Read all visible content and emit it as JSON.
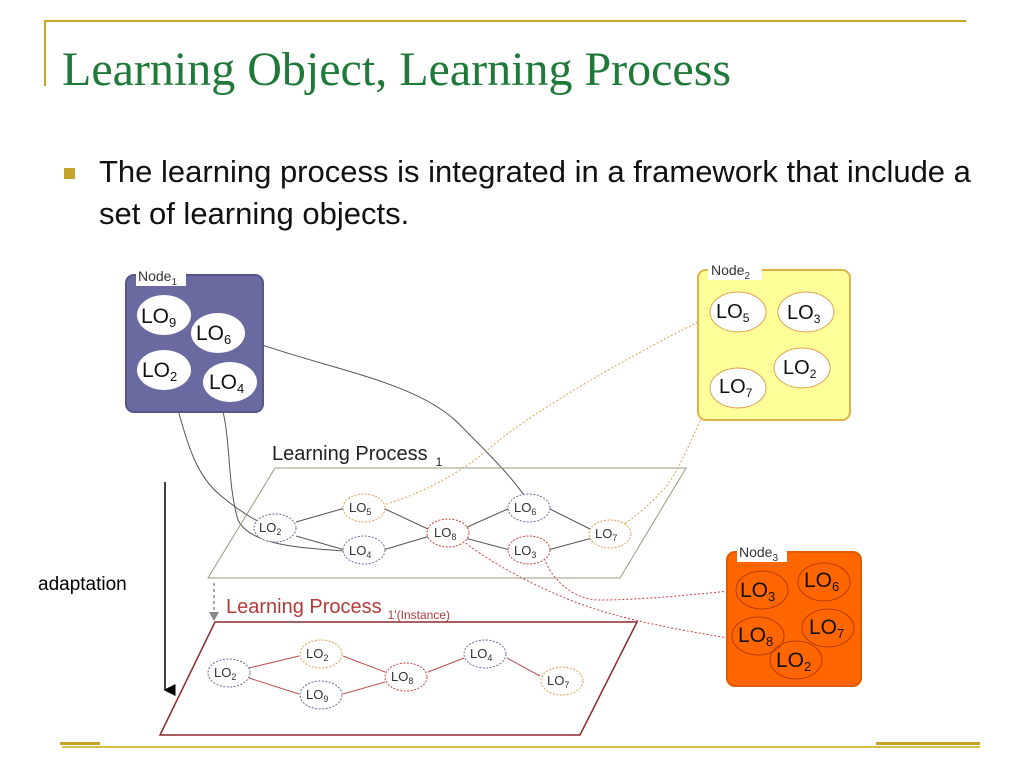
{
  "slide": {
    "title": "Learning Object, Learning Process",
    "bullet": "The learning process is integrated in a framework that include a set of learning objects."
  },
  "diagram": {
    "adaptation_label": "adaptation",
    "lp1_label": "Learning Process",
    "lp1_sub": "1",
    "lp2_label": "Learning Process",
    "lp2_sub": "1'(Instance)",
    "nodes": [
      {
        "label": "Node",
        "sub": "1",
        "fill": "#6a6aa0",
        "border": "#55558a",
        "los": [
          {
            "n": "9"
          },
          {
            "n": "6"
          },
          {
            "n": "2"
          },
          {
            "n": "4"
          }
        ]
      },
      {
        "label": "Node",
        "sub": "2",
        "fill": "#ffff99",
        "border": "#e0b24a",
        "los": [
          {
            "n": "5"
          },
          {
            "n": "3"
          },
          {
            "n": "2"
          },
          {
            "n": "7"
          }
        ]
      },
      {
        "label": "Node",
        "sub": "3",
        "fill": "#ff6600",
        "border": "#e05a00",
        "los": [
          {
            "n": "3"
          },
          {
            "n": "6"
          },
          {
            "n": "8"
          },
          {
            "n": "7"
          },
          {
            "n": "2"
          }
        ]
      }
    ],
    "lp1_items": [
      {
        "n": "2",
        "color": "#6a6aa0"
      },
      {
        "n": "5",
        "color": "#e0a050"
      },
      {
        "n": "4",
        "color": "#6a6aa0"
      },
      {
        "n": "8",
        "color": "#d04040"
      },
      {
        "n": "6",
        "color": "#6a6aa0"
      },
      {
        "n": "3",
        "color": "#d04040"
      },
      {
        "n": "7",
        "color": "#e0a050"
      }
    ],
    "lp2_items": [
      {
        "n": "2",
        "color": "#6a6aa0"
      },
      {
        "n": "2",
        "color": "#e0a050"
      },
      {
        "n": "9",
        "color": "#6a6aa0"
      },
      {
        "n": "8",
        "color": "#d04040"
      },
      {
        "n": "4",
        "color": "#6a6aa0"
      },
      {
        "n": "7",
        "color": "#e0a050"
      }
    ]
  }
}
